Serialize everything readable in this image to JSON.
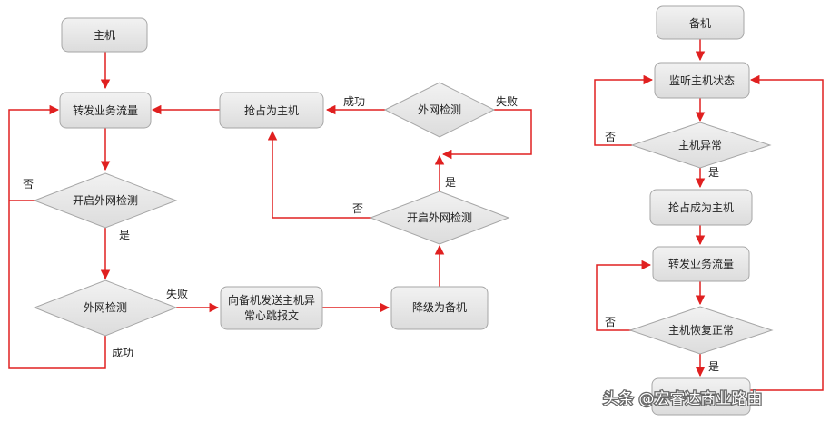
{
  "primary": {
    "node_host": "主机",
    "node_forward": "转发业务流量",
    "node_enable_check": "开启外网检测",
    "node_ext_check": "外网检测",
    "node_send_line1": "向备机发送主机异",
    "node_send_line2": "常心跳报文",
    "node_downgrade": "降级为备机",
    "node_enable_check_2": "开启外网检测",
    "node_ext_check_2": "外网检测",
    "node_seize": "抢占为主机"
  },
  "primary_edges": {
    "no_1": "否",
    "yes_1": "是",
    "fail_1": "失败",
    "success_1": "成功",
    "yes_2": "是",
    "no_2": "否",
    "fail_2": "失败",
    "success_2": "成功"
  },
  "backup": {
    "node_backup": "备机",
    "node_listen": "监听主机状态",
    "node_host_abnormal": "主机异常",
    "node_seize": "抢占成为主机",
    "node_forward": "转发业务流量",
    "node_host_recovered": "主机恢复正常"
  },
  "backup_edges": {
    "no_1": "否",
    "yes_1": "是",
    "no_2": "否",
    "yes_2": "是"
  },
  "watermark": "头条 @宏睿达商业路由",
  "colors": {
    "node_fill": "#e6e6e6",
    "node_stroke": "#a6a6a6",
    "arrow": "#e02020"
  }
}
